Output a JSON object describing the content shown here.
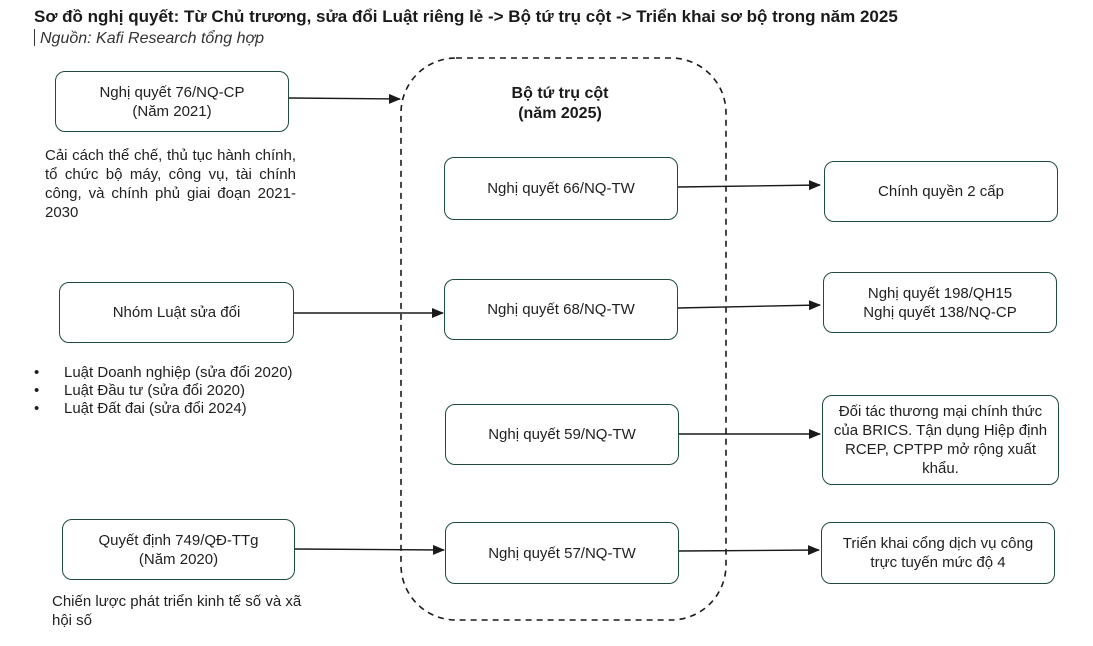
{
  "header": {
    "title": "Sơ đồ nghị quyết: Từ Chủ trương, sửa đổi Luật riêng lẻ -> Bộ tứ trụ cột -> Triển khai sơ bộ trong năm 2025",
    "source": "Nguồn: Kafi Research tổng hợp"
  },
  "left": {
    "resolution_76": "Nghị quyết 76/NQ-CP\n(Năm 2021)",
    "resolution_76_note": "Cải cách thể chế, thủ tục hành chính, tổ chức bộ máy, công vụ, tài chính công, và chính phủ giai đoạn 2021-2030",
    "amended_laws": "Nhóm Luật sửa đổi",
    "laws": [
      "Luật Doanh nghiệp (sửa đổi 2020)",
      "Luật Đầu tư (sửa đổi 2020)",
      "Luật Đất đai (sửa đổi 2024)"
    ],
    "decision_749": "Quyết định 749/QĐ-TTg\n(Năm 2020)",
    "decision_749_note": "Chiến lược phát triển kinh tế số và xã hội số"
  },
  "pillars": {
    "title": "Bộ tứ trụ cột\n(năm 2025)",
    "items": [
      "Nghị quyết 66/NQ-TW",
      "Nghị quyết 68/NQ-TW",
      "Nghị quyết 59/NQ-TW",
      "Nghị quyết 57/NQ-TW"
    ]
  },
  "outcomes": [
    "Chính quyền 2 cấp",
    "Nghị quyết 198/QH15\nNghị quyết 138/NQ-CP",
    "Đối tác thương mại chính thức của BRICS. Tận dụng Hiệp định RCEP, CPTPP mở rộng xuất khẩu.",
    "Triển khai cổng dịch vụ công trực tuyến mức độ 4"
  ],
  "colors": {
    "box_border": "#1f4d3a",
    "arrow": "#1a1a1a"
  }
}
